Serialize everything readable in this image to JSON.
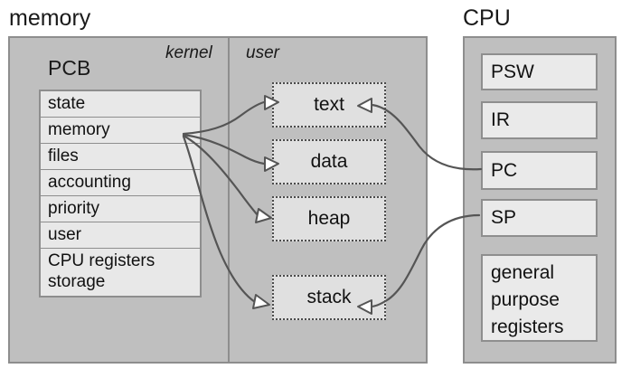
{
  "diagram": {
    "memory": {
      "title": "memory",
      "kernel_label": "kernel",
      "user_label": "user",
      "pcb": {
        "title": "PCB",
        "rows": [
          {
            "label": "state"
          },
          {
            "label": "memory"
          },
          {
            "label": "files"
          },
          {
            "label": "accounting"
          },
          {
            "label": "priority"
          },
          {
            "label": "user"
          },
          {
            "label": "CPU registers",
            "label2": "storage"
          }
        ]
      },
      "segments": [
        {
          "label": "text"
        },
        {
          "label": "data"
        },
        {
          "label": "heap"
        },
        {
          "label": "stack"
        }
      ]
    },
    "cpu": {
      "title": "CPU",
      "registers": [
        {
          "label": "PSW"
        },
        {
          "label": "IR"
        },
        {
          "label": "PC"
        },
        {
          "label": "SP"
        }
      ],
      "general_registers": {
        "line1": "general",
        "line2": "purpose",
        "line3": "registers"
      }
    },
    "colors": {
      "panel_fill": "#bfbfbf",
      "panel_border": "#8e8e8e",
      "box_fill": "#e8e8e8",
      "segment_border": "#4b4b4b",
      "arrow_stroke": "#555555",
      "text": "#111111",
      "background": "#ffffff"
    },
    "connections": [
      {
        "from": "pcb-memory",
        "to": "text",
        "style": "curve-open-arrow"
      },
      {
        "from": "pcb-memory",
        "to": "data",
        "style": "curve-open-arrow"
      },
      {
        "from": "pcb-memory",
        "to": "heap",
        "style": "curve-open-arrow"
      },
      {
        "from": "pcb-memory",
        "to": "stack",
        "style": "curve-open-arrow"
      },
      {
        "from": "cpu-pc",
        "to": "text",
        "style": "curve-open-arrow"
      },
      {
        "from": "cpu-sp",
        "to": "stack",
        "style": "curve-open-arrow"
      }
    ]
  }
}
